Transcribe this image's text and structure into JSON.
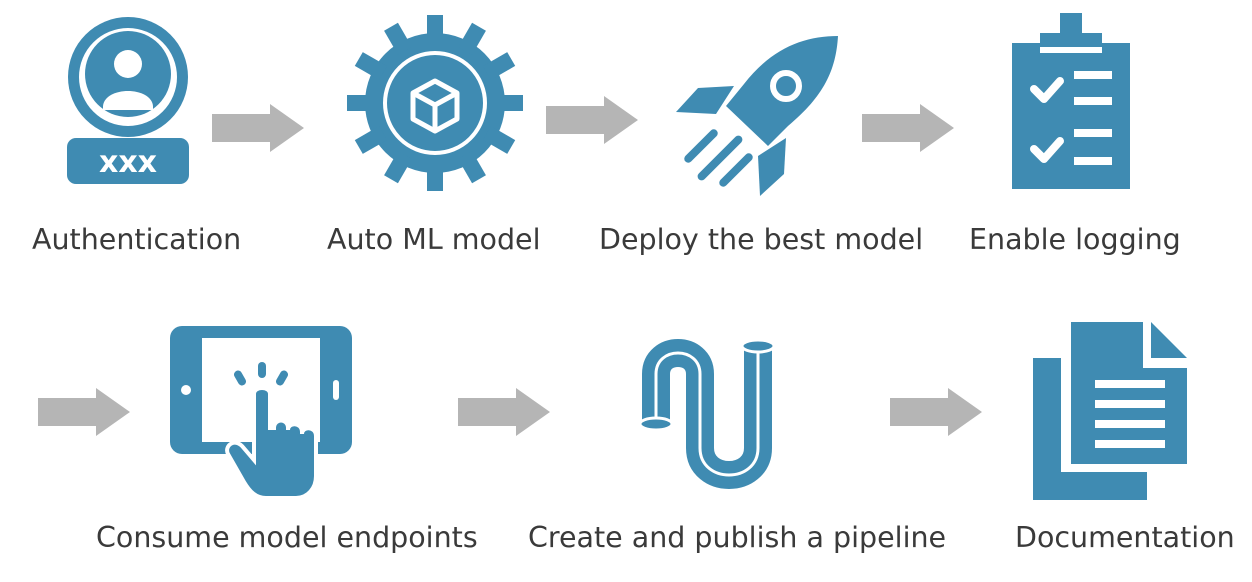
{
  "colors": {
    "icon": "#3f8bb2",
    "arrow": "#b5b5b5",
    "text": "#3a3a3a"
  },
  "steps": [
    {
      "label": "Authentication",
      "icon": "user-id-icon"
    },
    {
      "label": "Auto ML model",
      "icon": "gear-box-icon"
    },
    {
      "label": "Deploy the best model",
      "icon": "rocket-icon"
    },
    {
      "label": "Enable logging",
      "icon": "clipboard-checklist-icon"
    },
    {
      "label": "Consume model endpoints",
      "icon": "tablet-touch-icon"
    },
    {
      "label": "Create and publish a pipeline",
      "icon": "pipe-icon"
    },
    {
      "label": "Documentation",
      "icon": "document-icon"
    }
  ]
}
